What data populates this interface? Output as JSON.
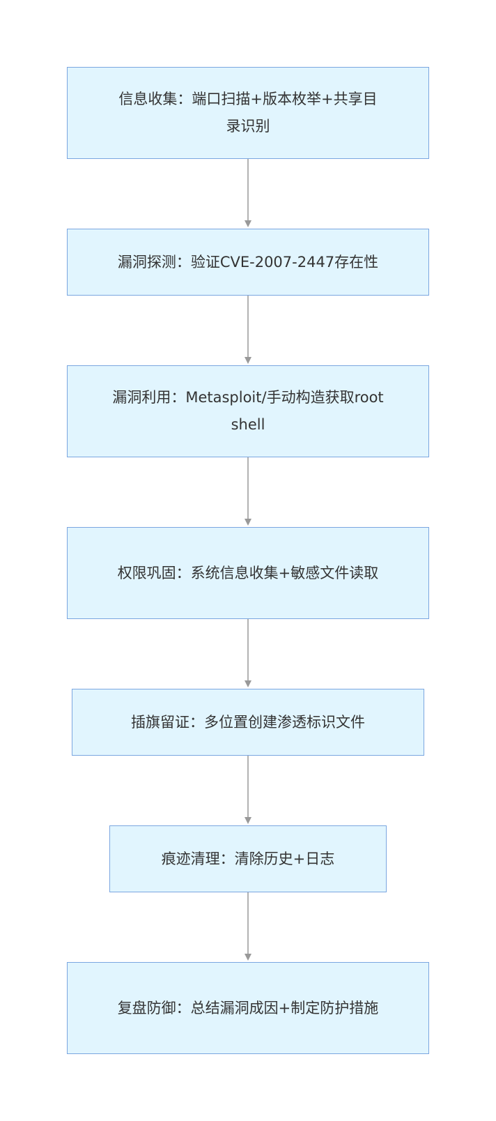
{
  "flowchart": {
    "steps": [
      {
        "id": "n1",
        "label": "信息收集：端口扫描+版本枚举+共享目录识别"
      },
      {
        "id": "n2",
        "label": "漏洞探测：验证CVE-2007-2447存在性"
      },
      {
        "id": "n3",
        "label": "漏洞利用：Metasploit/手动构造获取root shell"
      },
      {
        "id": "n4",
        "label": "权限巩固：系统信息收集+敏感文件读取"
      },
      {
        "id": "n5",
        "label": "插旗留证：多位置创建渗透标识文件"
      },
      {
        "id": "n6",
        "label": "痕迹清理：清除历史+日志"
      },
      {
        "id": "n7",
        "label": "复盘防御：总结漏洞成因+制定防护措施"
      }
    ],
    "colors": {
      "node_fill": "#e1f5fe",
      "node_border": "#7aa6e0",
      "edge": "#999999",
      "text": "#333333"
    }
  }
}
